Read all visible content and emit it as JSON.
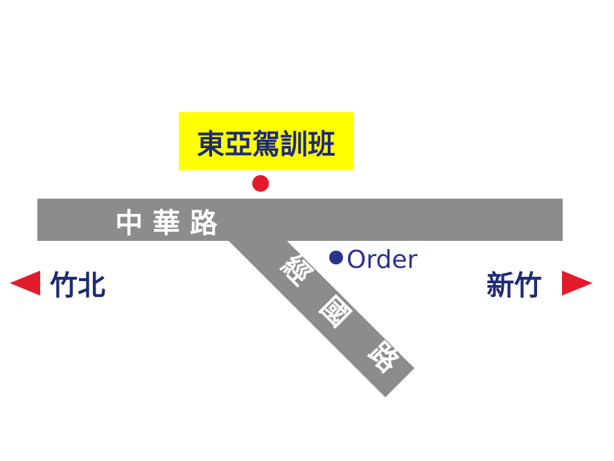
{
  "destination": {
    "name": "東亞駕訓班"
  },
  "roads": {
    "main": "中 華 路",
    "branch": [
      "經",
      "國",
      "路"
    ]
  },
  "landmark": {
    "label": "Order"
  },
  "directions": {
    "left": "竹北",
    "right": "新竹"
  },
  "colors": {
    "road": "#8c8c8c",
    "label_bg": "#ffff00",
    "text_blue": "#1e2a78",
    "marker_red": "#e21b2b",
    "dot_blue": "#2a3290",
    "arrow_red": "#e21b2b",
    "road_text": "#ffffff"
  }
}
